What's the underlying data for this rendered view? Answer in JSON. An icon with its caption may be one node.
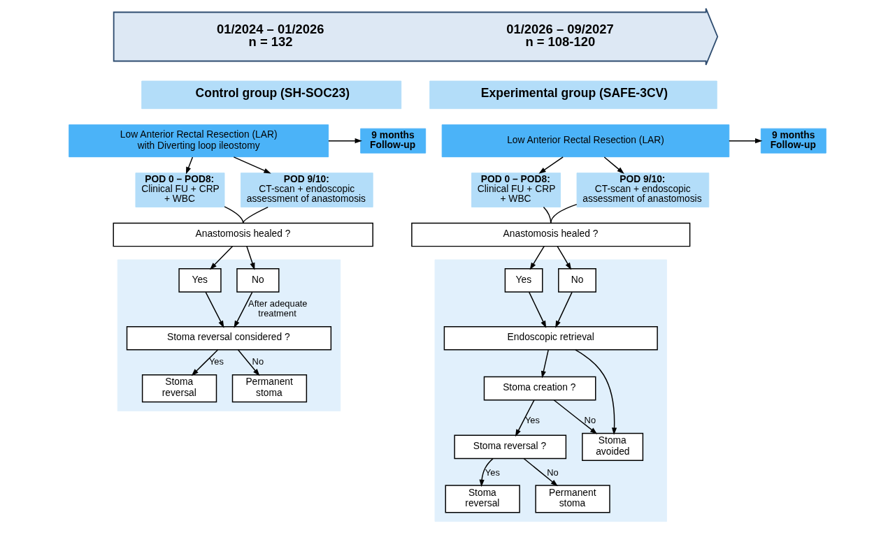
{
  "diagram": {
    "nodes": [
      {
        "text": [
          "01/2024 – 01/2026 n = 132",
          "01/2026 – 09/2027 n = 108-120"
        ]
      },
      {
        "text": [
          "Control group (SH-SOC23)"
        ]
      },
      {
        "text": [
          "Low Anterior Rectal Resection (LAR) with Diverting loop ileostomy"
        ]
      },
      {
        "text": [
          "9 months Follow-up"
        ]
      },
      {
        "text": [
          "POD 0 – POD8:",
          "Clinical FU + CRP + WBC"
        ]
      },
      {
        "text": [
          "POD 9/10:",
          "CT-scan + endoscopic assessment of anastomosis"
        ]
      },
      {
        "text": [
          "Anastomosis healed ?"
        ]
      },
      {
        "text": [],
        "shape": "box"
      },
      {
        "text": [
          "Yes"
        ],
        "in": 7
      },
      {
        "text": [
          "No"
        ],
        "in": 7
      },
      {
        "text": [
          "Stoma reversal considered ?"
        ],
        "in": 7
      },
      {
        "text": [
          "Stoma reversal"
        ],
        "in": 7
      },
      {
        "text": [
          "Permanent stoma"
        ],
        "in": 7
      },
      {
        "text": [
          "Experimental group (SAFE-3CV)"
        ]
      },
      {
        "text": [
          "Low Anterior Rectal Resection (LAR)"
        ]
      },
      {
        "text": [
          "9 months Follow-up"
        ]
      },
      {
        "text": [
          "POD 0 – POD8:",
          "Clinical FU + CRP + WBC"
        ]
      },
      {
        "text": [
          "POD 9/10:",
          "CT-scan + endoscopic assessment of anastomosis"
        ]
      },
      {
        "text": [
          "Anastomosis healed ?"
        ]
      },
      {
        "text": [],
        "shape": "box"
      },
      {
        "text": [
          "Yes"
        ],
        "in": 19
      },
      {
        "text": [
          "No"
        ],
        "in": 19
      },
      {
        "text": [
          "Endoscopic retrieval"
        ],
        "in": 19
      },
      {
        "text": [
          "Stoma creation ?"
        ],
        "in": 19
      },
      {
        "text": [
          "Stoma avoided"
        ],
        "in": 19
      },
      {
        "text": [
          "Stoma reversal ?"
        ],
        "in": 19
      },
      {
        "text": [
          "Stoma reversal"
        ],
        "in": 19
      },
      {
        "text": [
          "Permanent stoma"
        ],
        "in": 19
      }
    ],
    "edges": [
      {
        "from": 2,
        "to": 3,
        "arrow": "to"
      },
      {
        "from": 2,
        "to": 4,
        "arrow": "to"
      },
      {
        "from": 2,
        "to": 5,
        "arrow": "to"
      },
      {
        "from": 4,
        "to": 6,
        "arrow": "none"
      },
      {
        "from": 5,
        "to": 6,
        "arrow": "none"
      },
      {
        "from": 6,
        "to": 8,
        "arrow": "to"
      },
      {
        "from": 6,
        "to": 9,
        "arrow": "to"
      },
      {
        "from": 8,
        "to": 10,
        "arrow": "to"
      },
      {
        "from": 9,
        "to": 10,
        "arrow": "to",
        "label": "After adequate treatment"
      },
      {
        "from": 10,
        "to": 11,
        "arrow": "to",
        "label": "Yes"
      },
      {
        "from": 10,
        "to": 12,
        "arrow": "to",
        "label": "No"
      },
      {
        "from": 14,
        "to": 15,
        "arrow": "to"
      },
      {
        "from": 14,
        "to": 16,
        "arrow": "to"
      },
      {
        "from": 14,
        "to": 17,
        "arrow": "to"
      },
      {
        "from": 16,
        "to": 18,
        "arrow": "none"
      },
      {
        "from": 17,
        "to": 18,
        "arrow": "none"
      },
      {
        "from": 18,
        "to": 20,
        "arrow": "to"
      },
      {
        "from": 18,
        "to": 21,
        "arrow": "to"
      },
      {
        "from": 20,
        "to": 22,
        "arrow": "to"
      },
      {
        "from": 21,
        "to": 22,
        "arrow": "to"
      },
      {
        "from": 22,
        "to": 24,
        "arrow": "to"
      },
      {
        "from": 22,
        "to": 23,
        "arrow": "to"
      },
      {
        "from": 23,
        "to": 24,
        "arrow": "to",
        "label": "No"
      },
      {
        "from": 23,
        "to": 25,
        "arrow": "to",
        "label": "Yes"
      },
      {
        "from": 25,
        "to": 26,
        "arrow": "to",
        "label": "Yes"
      },
      {
        "from": 25,
        "to": 27,
        "arrow": "to",
        "label": "No"
      }
    ]
  }
}
